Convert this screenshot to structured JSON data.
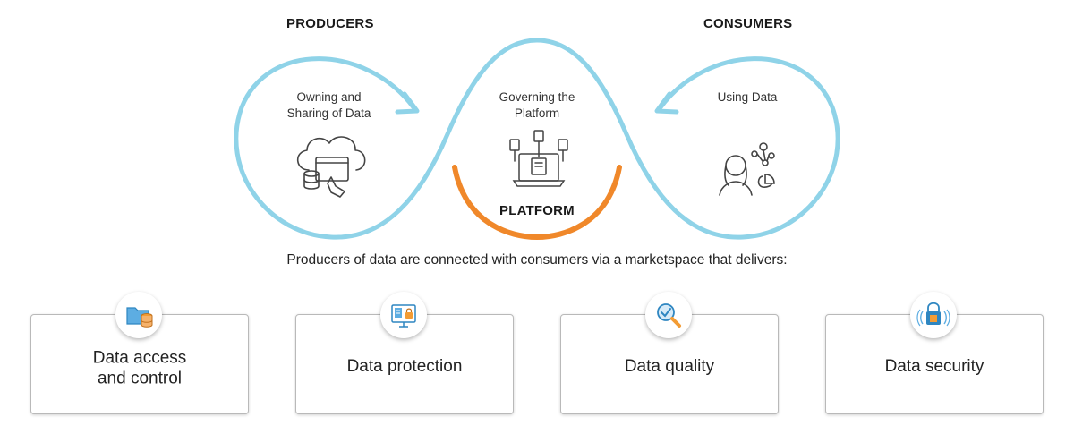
{
  "diagram": {
    "producers_heading": "PRODUCERS",
    "consumers_heading": "CONSUMERS",
    "platform_label": "PLATFORM",
    "producers_text": "Owning and\nSharing of Data",
    "platform_text": "Governing the\nPlatform",
    "consumers_text": "Using Data",
    "tagline": "Producers of data are connected with consumers via a marketspace that delivers:"
  },
  "cards": [
    {
      "label": "Data access\nand control",
      "icon": "folder-database-icon"
    },
    {
      "label": "Data protection",
      "icon": "monitor-lock-icon"
    },
    {
      "label": "Data quality",
      "icon": "magnifier-check-icon"
    },
    {
      "label": "Data security",
      "icon": "padlock-signal-icon"
    }
  ],
  "colors": {
    "loop": "#8fd3e8",
    "platform_arc": "#f0882a",
    "icon_blue": "#2e86c1",
    "icon_orange": "#f39c34"
  }
}
